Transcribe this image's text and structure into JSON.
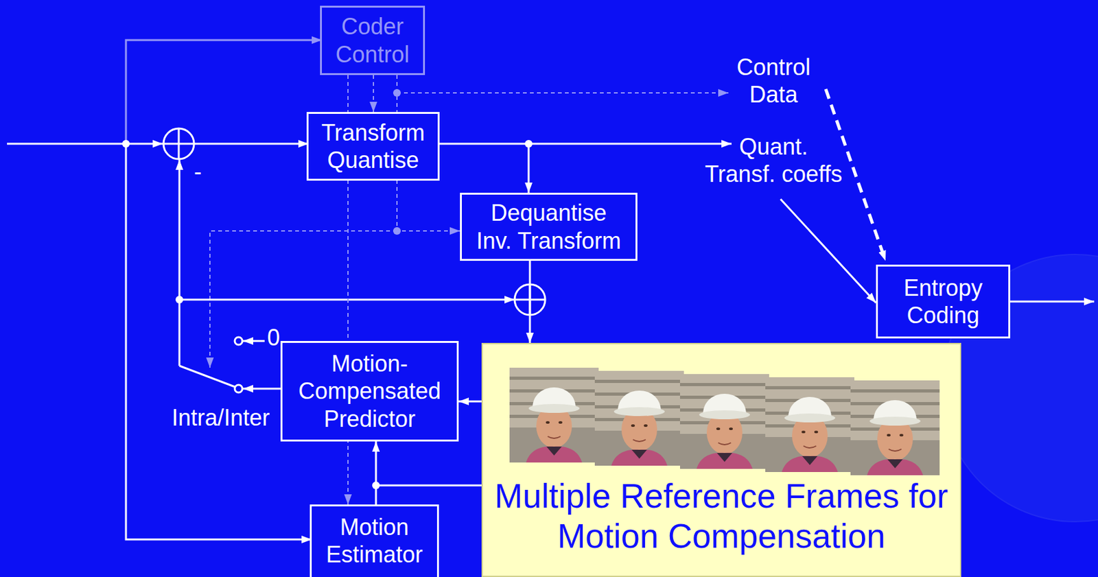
{
  "diagram": {
    "nodes": [
      {
        "text": [
          "Coder Control"
        ]
      },
      {
        "text": [
          "Transform Quantise"
        ]
      },
      {
        "text": [
          "Dequantise Inv. Transform"
        ]
      },
      {
        "text": [
          "Entropy Coding"
        ]
      },
      {
        "text": [
          "Motion-Compensated Predictor"
        ]
      },
      {
        "text": [
          "Multiple Reference Frames for Motion Compensation"
        ]
      },
      {
        "text": [
          "Motion Estimator"
        ]
      }
    ],
    "edges": [
      {
        "from": 0,
        "to": 1,
        "arrow": "to"
      },
      {
        "from": 0,
        "to": 2,
        "arrow": "to"
      },
      {
        "from": 0,
        "to": 6,
        "arrow": "to"
      },
      {
        "from": 1,
        "to": 2,
        "arrow": "to"
      },
      {
        "from": 2,
        "to": 5,
        "arrow": "to"
      },
      {
        "from": 5,
        "to": 4,
        "arrow": "to"
      },
      {
        "from": 6,
        "to": 4,
        "arrow": "to"
      }
    ],
    "labels": [
      "Control Data",
      "Quant. Transf. coeffs",
      "-",
      "0",
      "Intra/Inter"
    ]
  }
}
